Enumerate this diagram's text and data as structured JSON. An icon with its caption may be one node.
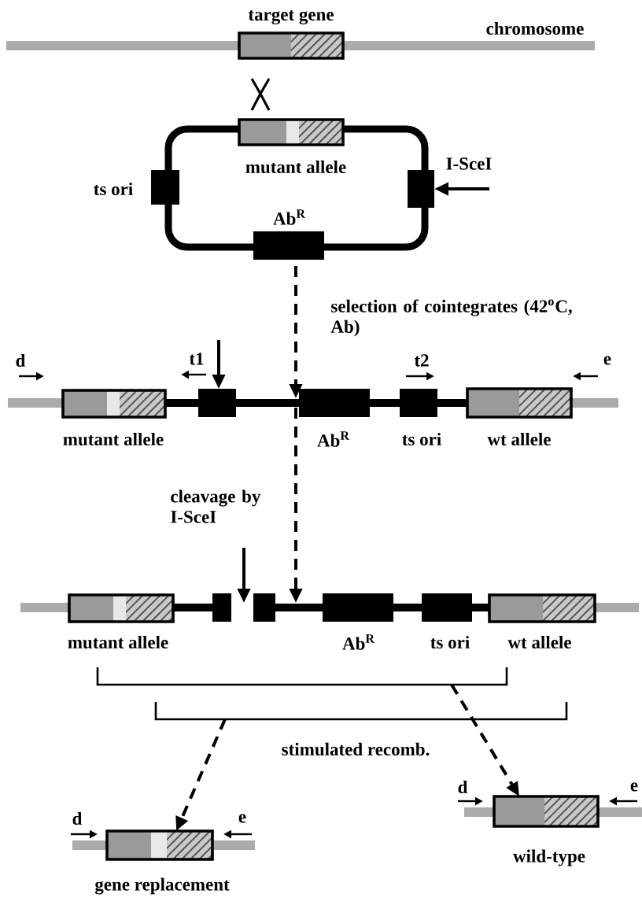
{
  "diagram": {
    "nodes": [
      {
        "text": [],
        "shape": "box",
        "beside": [
          "target gene"
        ]
      },
      {
        "text": [],
        "shape": "box"
      },
      {
        "text": [],
        "shape": "box"
      },
      {
        "text": [],
        "shape": "box",
        "beside": [
          "ts ori"
        ]
      },
      {
        "text": [],
        "shape": "box",
        "beside": [
          "I-SceI"
        ]
      },
      {
        "text": [],
        "shape": "box",
        "beside": [
          "Ab$^{R}$"
        ]
      },
      {
        "text": [],
        "shape": "bar"
      },
      {
        "text": [],
        "shape": "box",
        "beside": [
          "mutant allele"
        ]
      },
      {
        "text": [],
        "shape": "box"
      },
      {
        "text": [],
        "shape": "box",
        "beside": [
          "Ab$^{R}$"
        ]
      },
      {
        "text": [],
        "shape": "box",
        "beside": [
          "ts ori"
        ]
      },
      {
        "text": [],
        "shape": "box",
        "beside": [
          "wt allele"
        ]
      },
      {
        "text": [],
        "shape": "bar"
      },
      {
        "text": [],
        "shape": "box",
        "beside": [
          "mutant allele"
        ]
      },
      {
        "text": [],
        "shape": "box"
      },
      {
        "text": [],
        "shape": "box"
      },
      {
        "text": [],
        "shape": "box",
        "beside": [
          "Ab$^{R}$"
        ]
      },
      {
        "text": [],
        "shape": "box",
        "beside": [
          "ts ori"
        ]
      },
      {
        "text": [],
        "shape": "box",
        "beside": [
          "wt allele"
        ]
      },
      {
        "text": [],
        "shape": "box",
        "beside": [
          "gene replacement"
        ]
      },
      {
        "text": [],
        "shape": "box",
        "beside": [
          "wild-type"
        ]
      },
      {
        "text": [],
        "shape": "bracket"
      },
      {
        "text": [],
        "shape": "bracket"
      }
    ],
    "edges": [
      {
        "from": 1,
        "to": 6,
        "arrow": "to",
        "style": "dashed",
        "label": "selection of cointegrates (42$^{o}$C, Ab)"
      },
      {
        "from": null,
        "to": 4,
        "arrow": "to"
      },
      {
        "from": null,
        "to": 8,
        "arrow": "to"
      },
      {
        "from": 6,
        "to": 12,
        "arrow": "to",
        "style": "dashed",
        "label": "cleavage by I-SceI"
      },
      {
        "from": null,
        "to": 12,
        "arrow": "to"
      },
      {
        "from": 22,
        "to": 19,
        "arrow": "to",
        "style": "dashed"
      },
      {
        "from": 21,
        "to": 20,
        "arrow": "to",
        "style": "dashed"
      }
    ],
    "labels": [
      "chromosome",
      "mutant allele",
      "d",
      "t1",
      "t2",
      "e",
      "stimulated recomb.",
      "d",
      "e",
      "d",
      "e"
    ]
  }
}
